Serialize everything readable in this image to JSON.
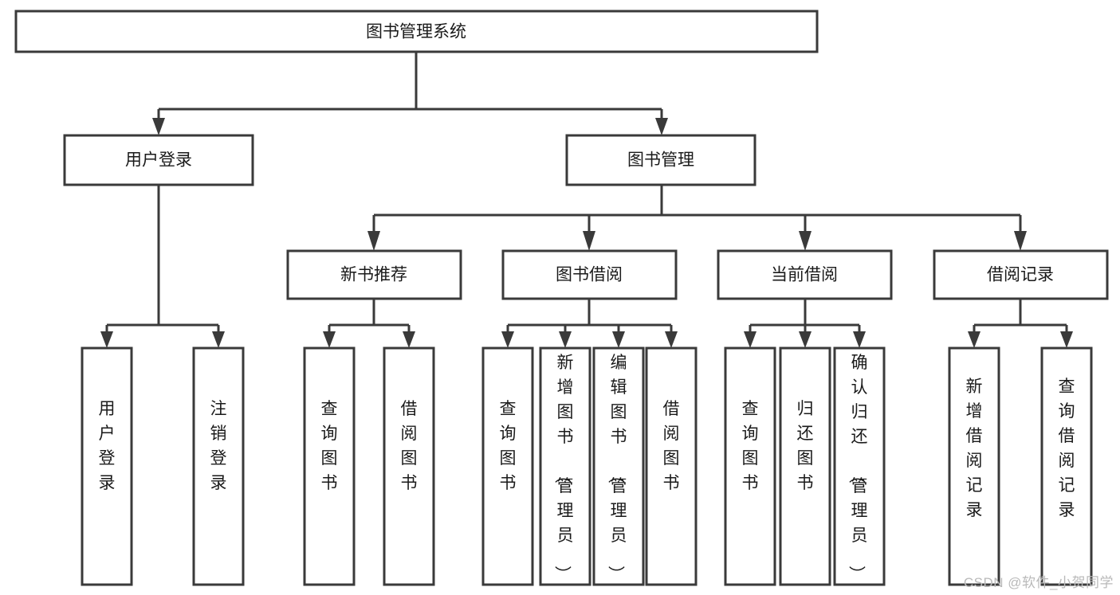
{
  "diagram": {
    "type": "tree-hierarchy",
    "title": "图书管理系统",
    "watermark": "CSDN @软件_小贺同学",
    "colors": {
      "box_stroke": "#3a3a3a",
      "box_fill": "#ffffff",
      "text": "#1a1a1a",
      "watermark": "#b9b9b9",
      "background": "#ffffff"
    },
    "levels": {
      "root": {
        "label": "图书管理系统"
      },
      "level2": [
        {
          "id": "user-login",
          "label": "用户登录"
        },
        {
          "id": "book-management",
          "label": "图书管理"
        }
      ],
      "level3": [
        {
          "id": "new-book-recommend",
          "label": "新书推荐",
          "parent": "book-management"
        },
        {
          "id": "book-borrow",
          "label": "图书借阅",
          "parent": "book-management"
        },
        {
          "id": "current-borrow",
          "label": "当前借阅",
          "parent": "book-management"
        },
        {
          "id": "borrow-record",
          "label": "借阅记录",
          "parent": "book-management"
        }
      ],
      "leaves": [
        {
          "id": "leaf-user-login",
          "label": "用户登录",
          "parent": "user-login"
        },
        {
          "id": "leaf-logout-login",
          "label": "注销登录",
          "parent": "user-login"
        },
        {
          "id": "leaf-query-book-1",
          "label": "查询图书",
          "parent": "new-book-recommend"
        },
        {
          "id": "leaf-borrow-book-1",
          "label": "借阅图书",
          "parent": "new-book-recommend"
        },
        {
          "id": "leaf-query-book-2",
          "label": "查询图书",
          "parent": "book-borrow"
        },
        {
          "id": "leaf-add-book",
          "label": "新增图书（管理员）",
          "parent": "book-borrow"
        },
        {
          "id": "leaf-edit-book",
          "label": "编辑图书（管理员）",
          "parent": "book-borrow"
        },
        {
          "id": "leaf-borrow-book-2",
          "label": "借阅图书",
          "parent": "book-borrow"
        },
        {
          "id": "leaf-query-book-3",
          "label": "查询图书",
          "parent": "current-borrow"
        },
        {
          "id": "leaf-return-book",
          "label": "归还图书",
          "parent": "current-borrow"
        },
        {
          "id": "leaf-confirm-return",
          "label": "确认归还（管理员）",
          "parent": "current-borrow"
        },
        {
          "id": "leaf-add-record",
          "label": "新增借阅记录",
          "parent": "borrow-record"
        },
        {
          "id": "leaf-query-record",
          "label": "查询借阅记录",
          "parent": "borrow-record"
        }
      ]
    }
  }
}
